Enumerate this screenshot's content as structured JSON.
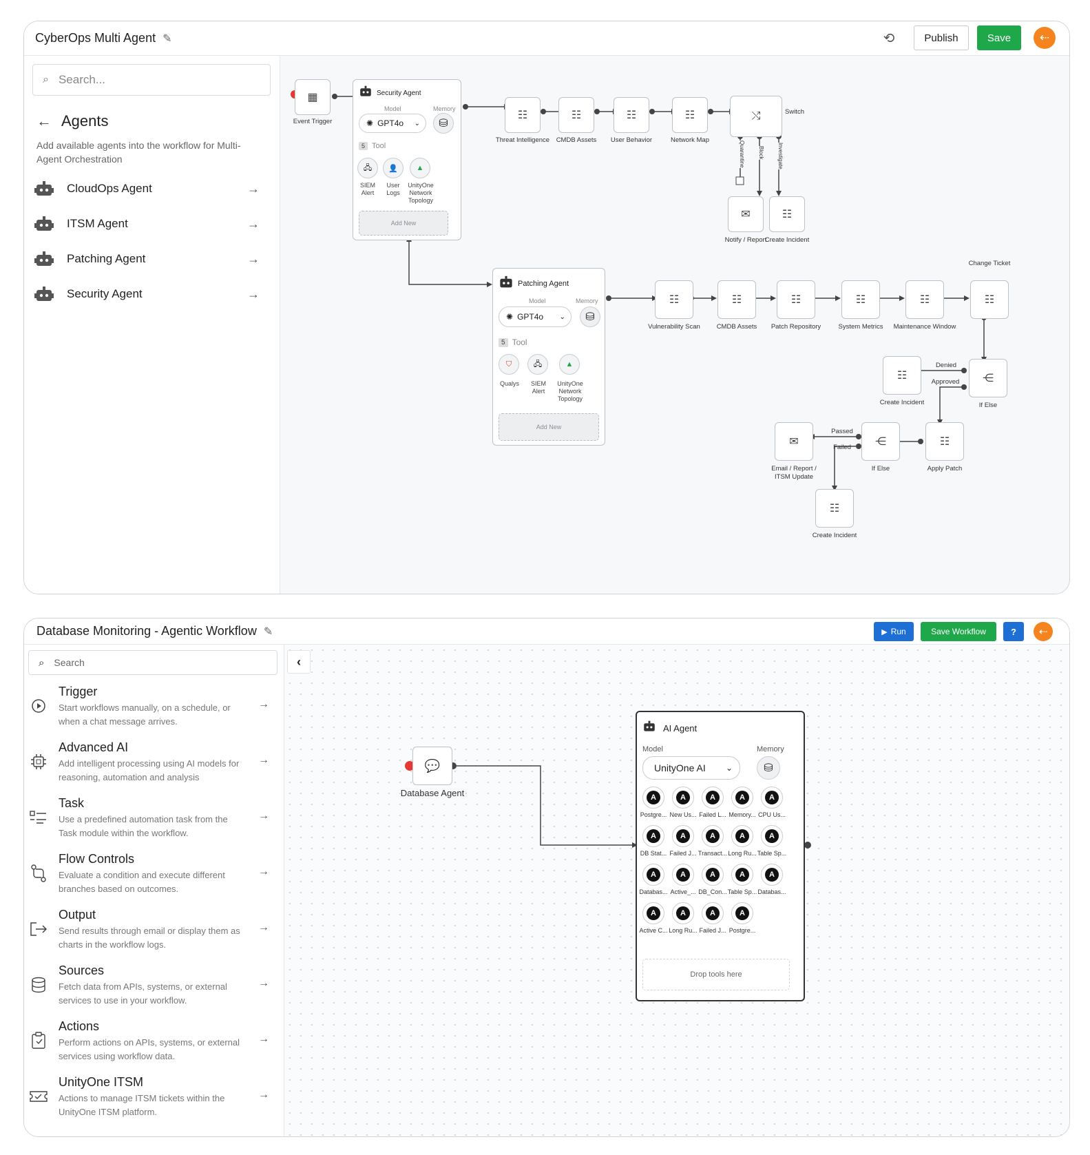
{
  "w1": {
    "title": "CyberOps Multi Agent",
    "publish": "Publish",
    "save": "Save",
    "search_placeholder": "Search...",
    "agents_title": "Agents",
    "agents_desc": "Add available agents into the workflow for Multi-Agent Orchestration",
    "agents": [
      {
        "label": "CloudOps Agent"
      },
      {
        "label": "ITSM Agent"
      },
      {
        "label": "Patching Agent"
      },
      {
        "label": "Security Agent"
      }
    ],
    "event_trigger": "Event Trigger",
    "sec_agent": {
      "title": "Security Agent",
      "model_label": "Model",
      "memory_label": "Memory",
      "model": "GPT4o",
      "tool_count": "5",
      "tool_label": "Tool",
      "tools": [
        "SIEM Alert",
        "User Logs",
        "UnityOne Network Topology"
      ],
      "add_new": "Add New"
    },
    "pat_agent": {
      "title": "Patching Agent",
      "model_label": "Model",
      "memory_label": "Memory",
      "model": "GPT4o",
      "tool_count": "5",
      "tool_label": "Tool",
      "tools": [
        "Qualys",
        "SIEM Alert",
        "UnityOne Network Topology"
      ],
      "add_new": "Add New"
    },
    "top_nodes": [
      "Threat Intelligence",
      "CMDB Assets",
      "User Behavior",
      "Network Map"
    ],
    "switch": "Switch",
    "branch_labels": [
      "Quarantine",
      "Block",
      "Investigate"
    ],
    "notify": "Notify / Report",
    "create_incident_a": "Create Incident",
    "pat_nodes": [
      "Vulnerability Scan",
      "CMDB Assets",
      "Patch Repository",
      "System Metrics",
      "Maintenance Window",
      "Change Ticket"
    ],
    "create_incident_b": "Create Incident",
    "denied": "Denied",
    "approved": "Approved",
    "if_else_a": "If Else",
    "passed": "Passed",
    "failed": "Failed",
    "email_report": "Email / Report / ITSM Update",
    "if_else_b": "If Else",
    "apply_patch": "Apply Patch",
    "create_incident_c": "Create Incident"
  },
  "w2": {
    "title": "Database Monitoring - Agentic Workflow",
    "run": "Run",
    "save_workflow": "Save Workflow",
    "help": "?",
    "search_placeholder": "Search",
    "categories": [
      {
        "name": "Trigger",
        "desc": "Start workflows manually, on a schedule, or when a chat message arrives.",
        "icon": "play-circle-icon"
      },
      {
        "name": "Advanced AI",
        "desc": "Add intelligent processing using AI models for reasoning, automation and analysis",
        "icon": "chip-icon"
      },
      {
        "name": "Task",
        "desc": "Use a predefined automation task from the Task module within the workflow.",
        "icon": "task-list-icon"
      },
      {
        "name": "Flow Controls",
        "desc": "Evaluate a condition and execute different branches based on outcomes.",
        "icon": "flow-branch-icon"
      },
      {
        "name": "Output",
        "desc": "Send results through email or display them as charts in the workflow logs.",
        "icon": "output-icon"
      },
      {
        "name": "Sources",
        "desc": "Fetch data from APIs, systems, or external services to use in your workflow.",
        "icon": "database-icon"
      },
      {
        "name": "Actions",
        "desc": "Perform actions on APIs, systems, or external services using workflow data.",
        "icon": "clipboard-icon"
      },
      {
        "name": "UnityOne ITSM",
        "desc": "Actions to manage ITSM tickets within the UnityOne ITSM platform.",
        "icon": "ticket-icon"
      }
    ],
    "db_agent": "Database Agent",
    "ai_agent": {
      "title": "AI Agent",
      "model_label": "Model",
      "memory_label": "Memory",
      "model": "UnityOne AI",
      "tools": [
        "Postgre...",
        "New Us...",
        "Failed L...",
        "Memory...",
        "CPU Us...",
        "DB Stat...",
        "Failed J...",
        "Transact...",
        "Long Ru...",
        "Table Sp...",
        "Databas...",
        "Active_...",
        "DB_Con...",
        "Table Sp...",
        "Databas...",
        "Active C...",
        "Long Ru...",
        "Failed J...",
        "Postgre..."
      ],
      "drop": "Drop tools here"
    }
  },
  "colors": {
    "green": "#1fa84a",
    "orange": "#f5841f",
    "blue": "#1d6fd6",
    "red": "#e53935"
  }
}
